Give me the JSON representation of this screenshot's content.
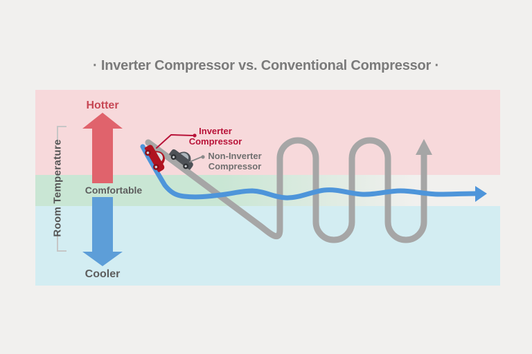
{
  "title": "· Inverter Compressor vs. Conventional Compressor ·",
  "axis": {
    "label": "Room Temperature",
    "hotter_label": "Hotter",
    "comfortable_label": "Comfortable",
    "cooler_label": "Cooler"
  },
  "series": {
    "inverter_label": "Inverter Compressor",
    "non_inverter_label": "Non-Inverter Compressor"
  },
  "colors": {
    "background": "#f1f0ee",
    "hot_band": "#f7d9db",
    "comfort_band": "#c9e6d4",
    "cool_band": "#d3edf2",
    "hot_arrow": "#e0636c",
    "cool_arrow": "#5d9ed8",
    "hotter_text": "#c74754",
    "gray_text": "#5d5d5d",
    "title_text": "#7a7a7a",
    "inverter_line": "#4e95da",
    "non_inverter_line": "#a6a6a6",
    "inverter_label_color": "#b81238",
    "non_inverter_label_color": "#6f6f6f",
    "inverter_car_body": "#b01320",
    "non_inverter_car_body": "#4e5257"
  }
}
